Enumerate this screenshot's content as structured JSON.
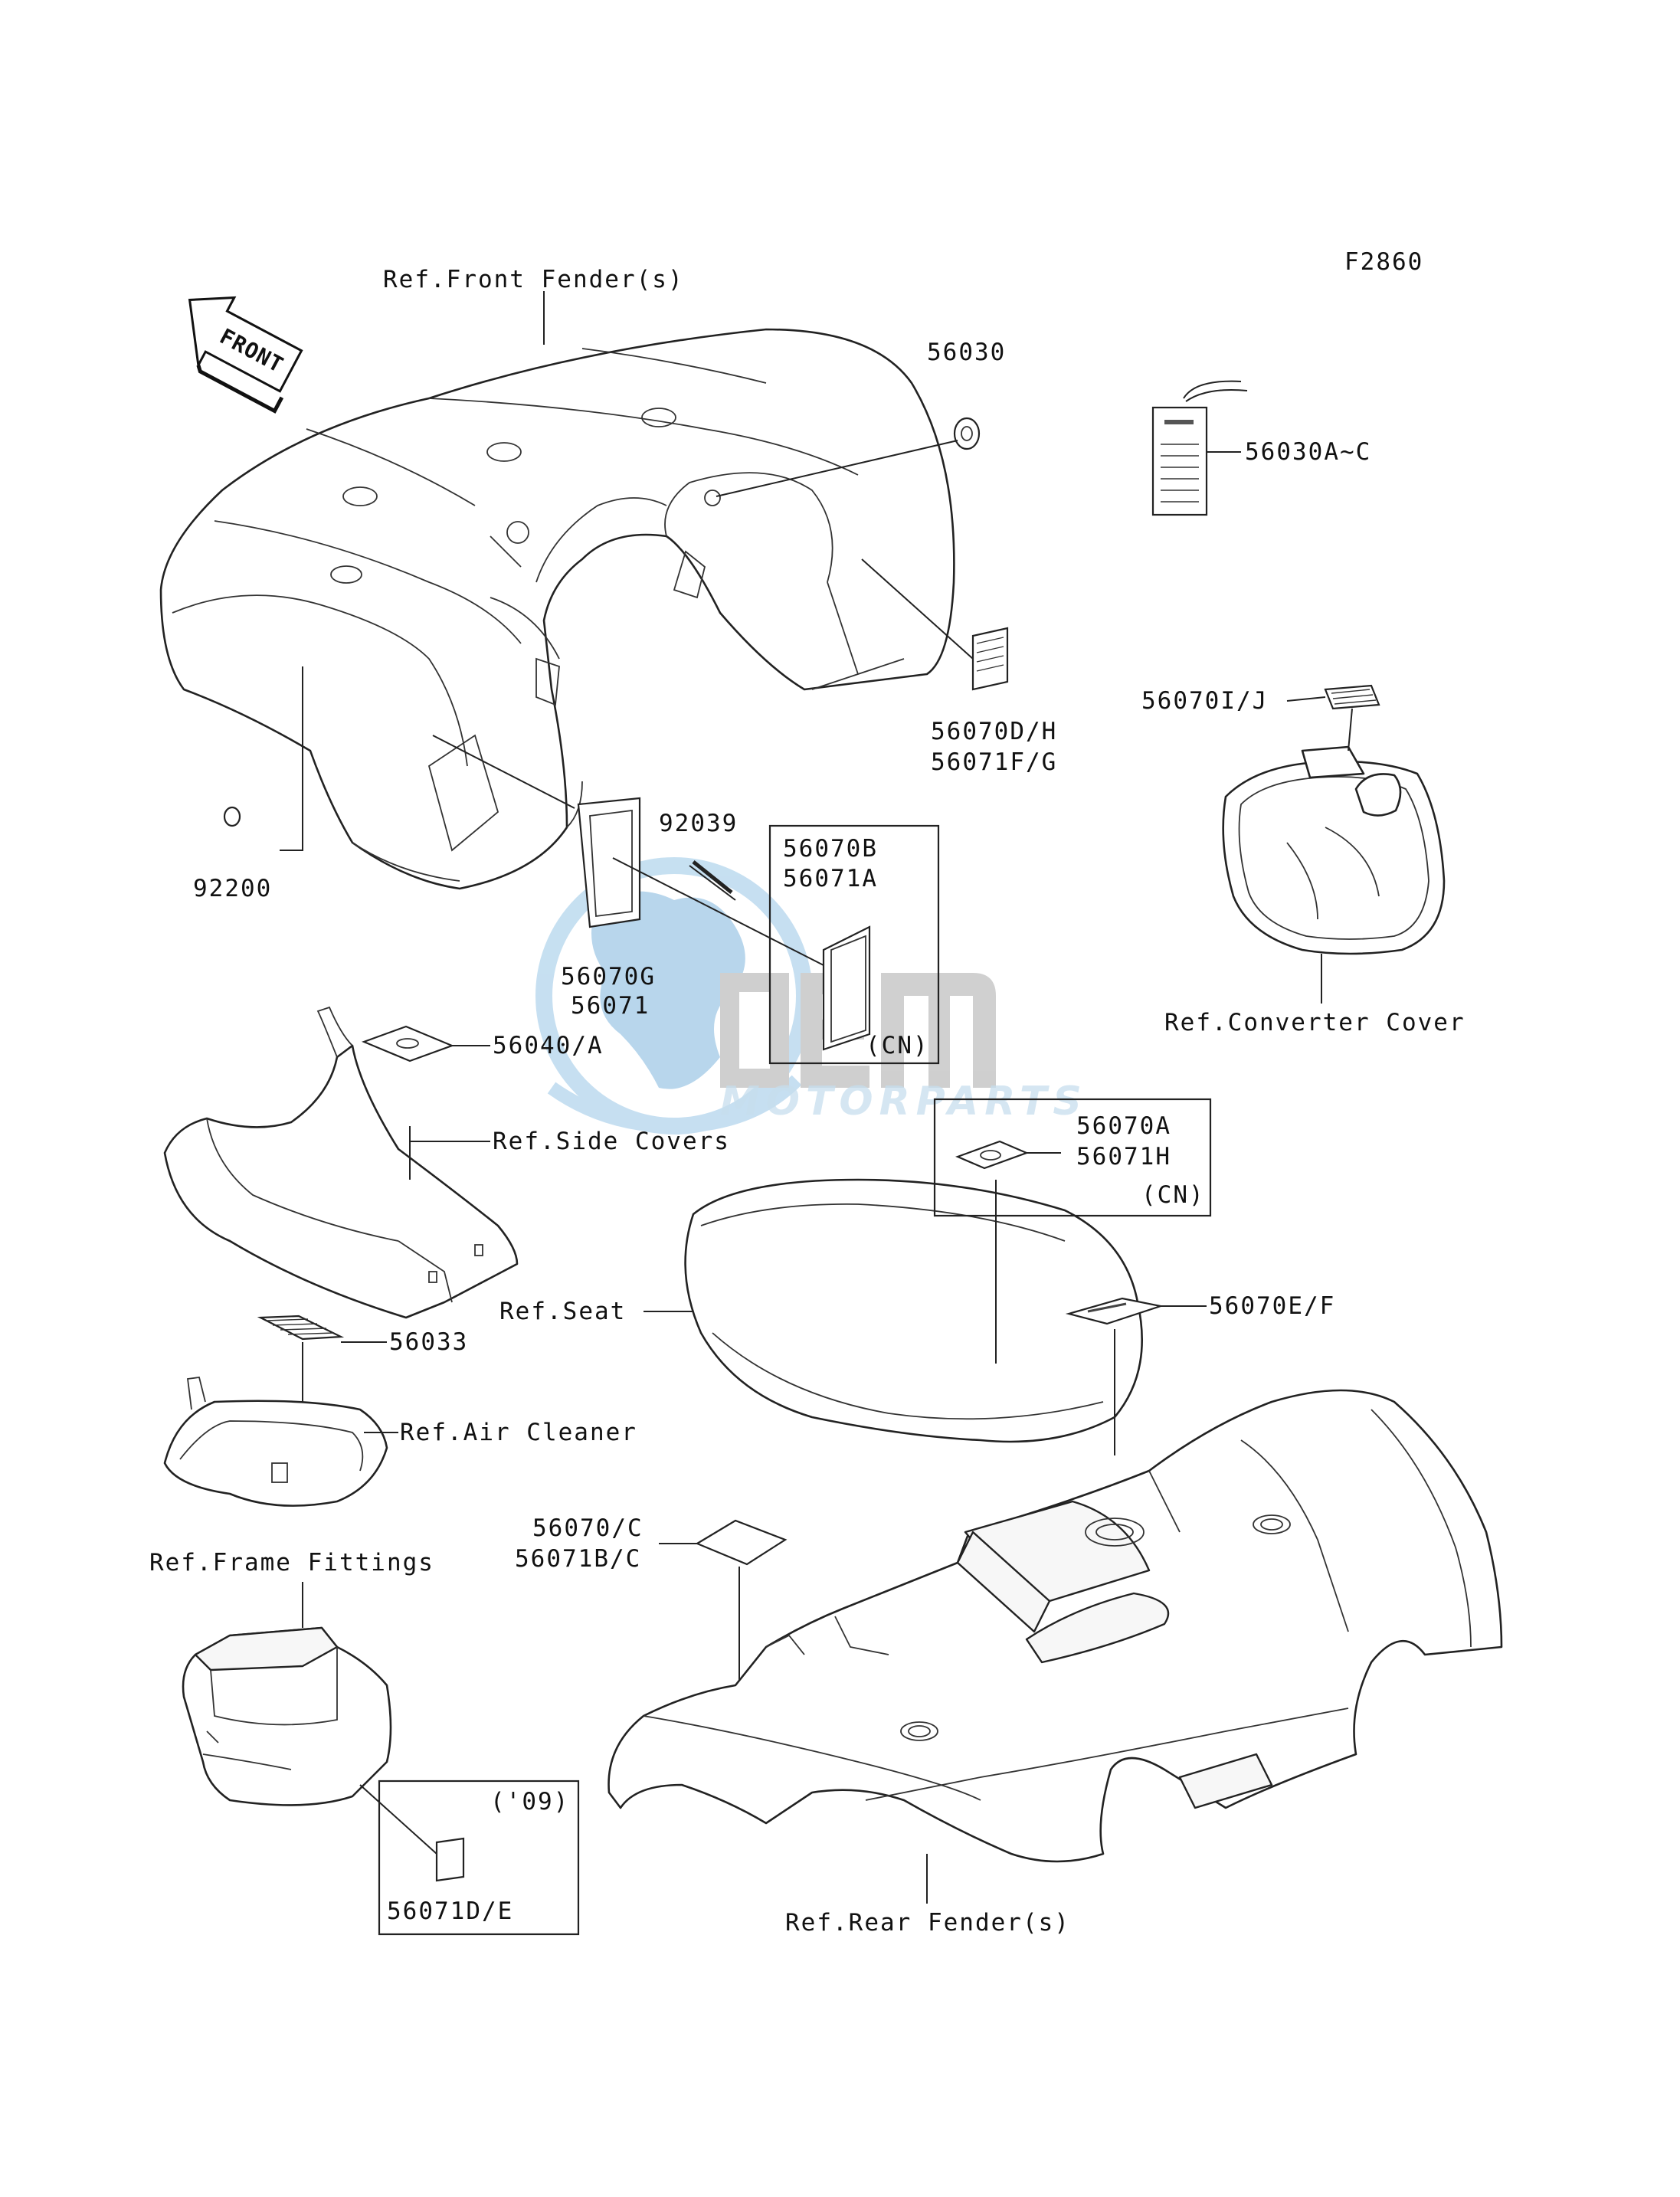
{
  "diagram_id": "F2860",
  "orientation": "FRONT",
  "watermark": {
    "text": "MOTORPARTS",
    "logo_color": "#9fc9e6",
    "logo_mark_color": "#bfbfbf"
  },
  "labels": {
    "front_fender": "Ref.Front Fender(s)",
    "p56030": "56030",
    "p56030a": "56030A~C",
    "p56070dh": "56070D/H",
    "p56071fg": "56071F/G",
    "p56070ij": "56070I/J",
    "converter_cover": "Ref.Converter Cover",
    "p92200": "92200",
    "p92039": "92039",
    "p56070b": "56070B",
    "p56071a": "56071A",
    "cn_1": "(CN)",
    "p56070g": "56070G",
    "p56071": "56071",
    "p56040": "56040/A",
    "side_covers": "Ref.Side Covers",
    "p56070a": "56070A",
    "p56071h": "56071H",
    "cn_2": "(CN)",
    "seat": "Ref.Seat",
    "p56070ef": "56070E/F",
    "p56033": "56033",
    "air_cleaner": "Ref.Air Cleaner",
    "p56070c": "56070/C",
    "p56071bc": "56071B/C",
    "frame_fittings": "Ref.Frame Fittings",
    "year_09": "('09)",
    "p56071de": "56071D/E",
    "rear_fender": "Ref.Rear Fender(s)"
  }
}
